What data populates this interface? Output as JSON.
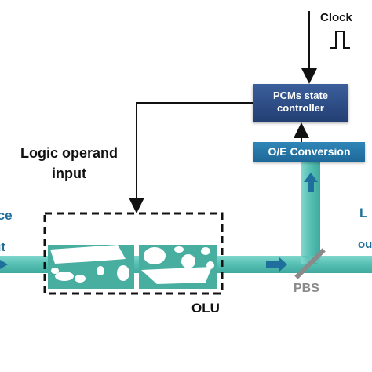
{
  "clock": {
    "label": "Clock"
  },
  "controller": {
    "line1": "PCMs state",
    "line2": "controller"
  },
  "oe_conversion": {
    "label": "O/E Conversion"
  },
  "logic_input": {
    "line1": "Logic operand",
    "line2": "input"
  },
  "source_text": {
    "line1": "rce",
    "line2": "ut"
  },
  "right_text": {
    "line1": "L",
    "line2": "ou"
  },
  "olu": {
    "label": "OLU"
  },
  "pbs": {
    "label": "PBS"
  },
  "colors": {
    "waveguide": "#5cc3b8",
    "waveguide_dark": "#3fa99f",
    "controller_fill": "#2b4b82",
    "oe_fill": "#2479ab",
    "arrow_blue": "#1e6f9c",
    "accent_text": "#1f6f9a",
    "pbs_gray": "#8a8a8a"
  }
}
